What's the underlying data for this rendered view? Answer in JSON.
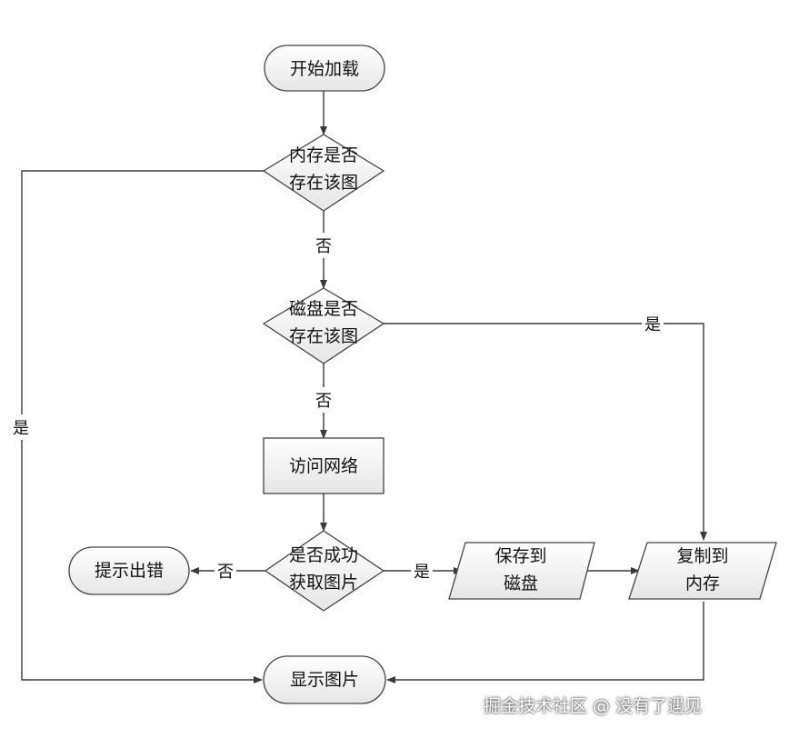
{
  "nodes": {
    "start": "开始加载",
    "mem_check": [
      "内存是否",
      "存在该图"
    ],
    "disk_check": [
      "磁盘是否",
      "存在该图"
    ],
    "network": "访问网络",
    "fetch_check": [
      "是否成功",
      "获取图片"
    ],
    "error": "提示出错",
    "save_disk": [
      "保存到",
      "磁盘"
    ],
    "copy_mem": [
      "复制到",
      "内存"
    ],
    "display": "显示图片"
  },
  "edges": {
    "mem_no": "否",
    "disk_no": "否",
    "disk_yes": "是",
    "mem_yes": "是",
    "fetch_no": "否",
    "fetch_yes": "是"
  },
  "watermark": "掘金技术社区 @ 没有了遇见"
}
